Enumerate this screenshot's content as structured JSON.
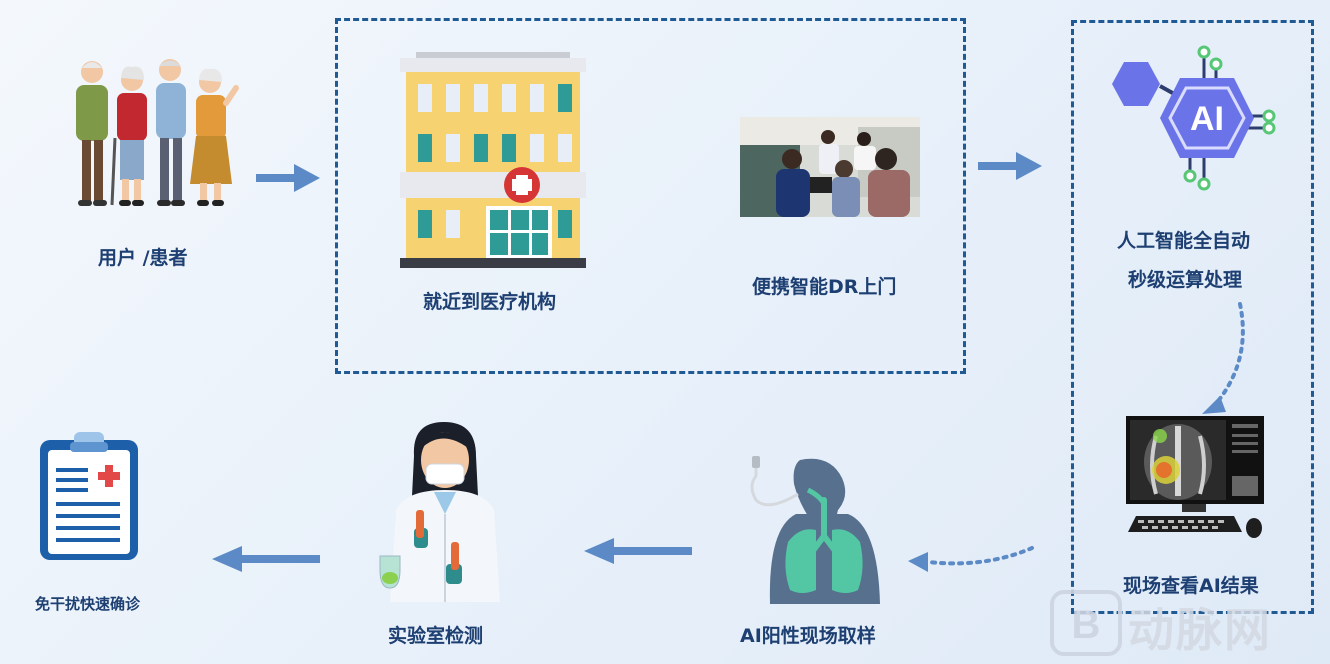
{
  "nodes": {
    "users": "用户 /患者",
    "nearby": "就近到医疗机构",
    "portable_dr": "便携智能DR上门",
    "ai_line1": "人工智能全自动",
    "ai_line2": "秒级运算处理",
    "ai_badge": "AI",
    "view_result": "现场查看AI结果",
    "sampling": "AI阳性现场取样",
    "lab": "实验室检测",
    "diagnosis": "免干扰快速确诊"
  },
  "watermark": {
    "logo_letter": "B",
    "text": "动脉网"
  },
  "colors": {
    "label": "#1d3f72",
    "dash": "#1f5a94",
    "arrow": "#5b8ac6",
    "ai_hex": "#6a74e8"
  }
}
